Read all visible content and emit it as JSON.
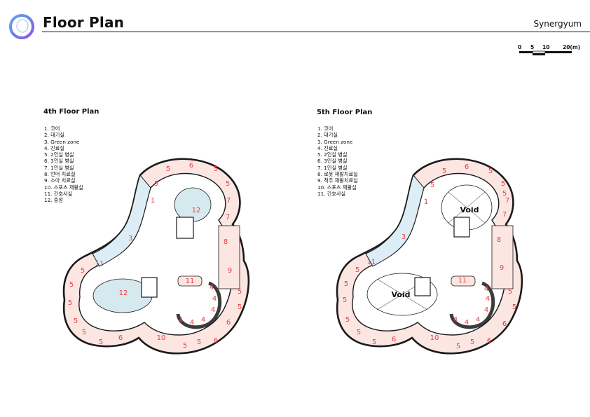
{
  "header": {
    "title": "Floor Plan",
    "brand": "Synergyum"
  },
  "scale_bar": {
    "labels": [
      "0",
      "5",
      "10",
      "20(m)"
    ]
  },
  "plans": [
    {
      "title": "4th Floor Plan",
      "legend": [
        "1. 코어",
        "2. 대기실",
        "3. Green zone",
        "4. 진료실",
        "5. 2인실 병실",
        "6. 3인실 병실",
        "7. 1인실 병실",
        "8. 언어 치료실",
        "9. 소아 치료실",
        "10. 스포츠 재활실",
        "11. 간호사실",
        "12. 중정"
      ],
      "void_label": ""
    },
    {
      "title": "5th Floor Plan",
      "legend": [
        "1. 코어",
        "2. 대기실",
        "3. Green zone",
        "4. 진료실",
        "5. 2인실 병실",
        "6. 3인실 병실",
        "7. 1인실 병실",
        "8. 로봇 재활치료실",
        "9. 척추 재활치료실",
        "10. 스포츠 재활실",
        "11. 간호사실"
      ],
      "void_label": "Void"
    }
  ],
  "room_numbers": {
    "r1": "1",
    "r3": "3",
    "r4": "4",
    "r5": "5",
    "r6": "6",
    "r7": "7",
    "r8": "8",
    "r9": "9",
    "r10": "10",
    "r11": "11",
    "r12": "12"
  },
  "colors": {
    "ring_fill": "#fbe6e2",
    "green_zone": "#dcedf6",
    "courtyard": "#d6e9ee",
    "room_number": "#e8404a",
    "outline": "#1a1a1a"
  }
}
